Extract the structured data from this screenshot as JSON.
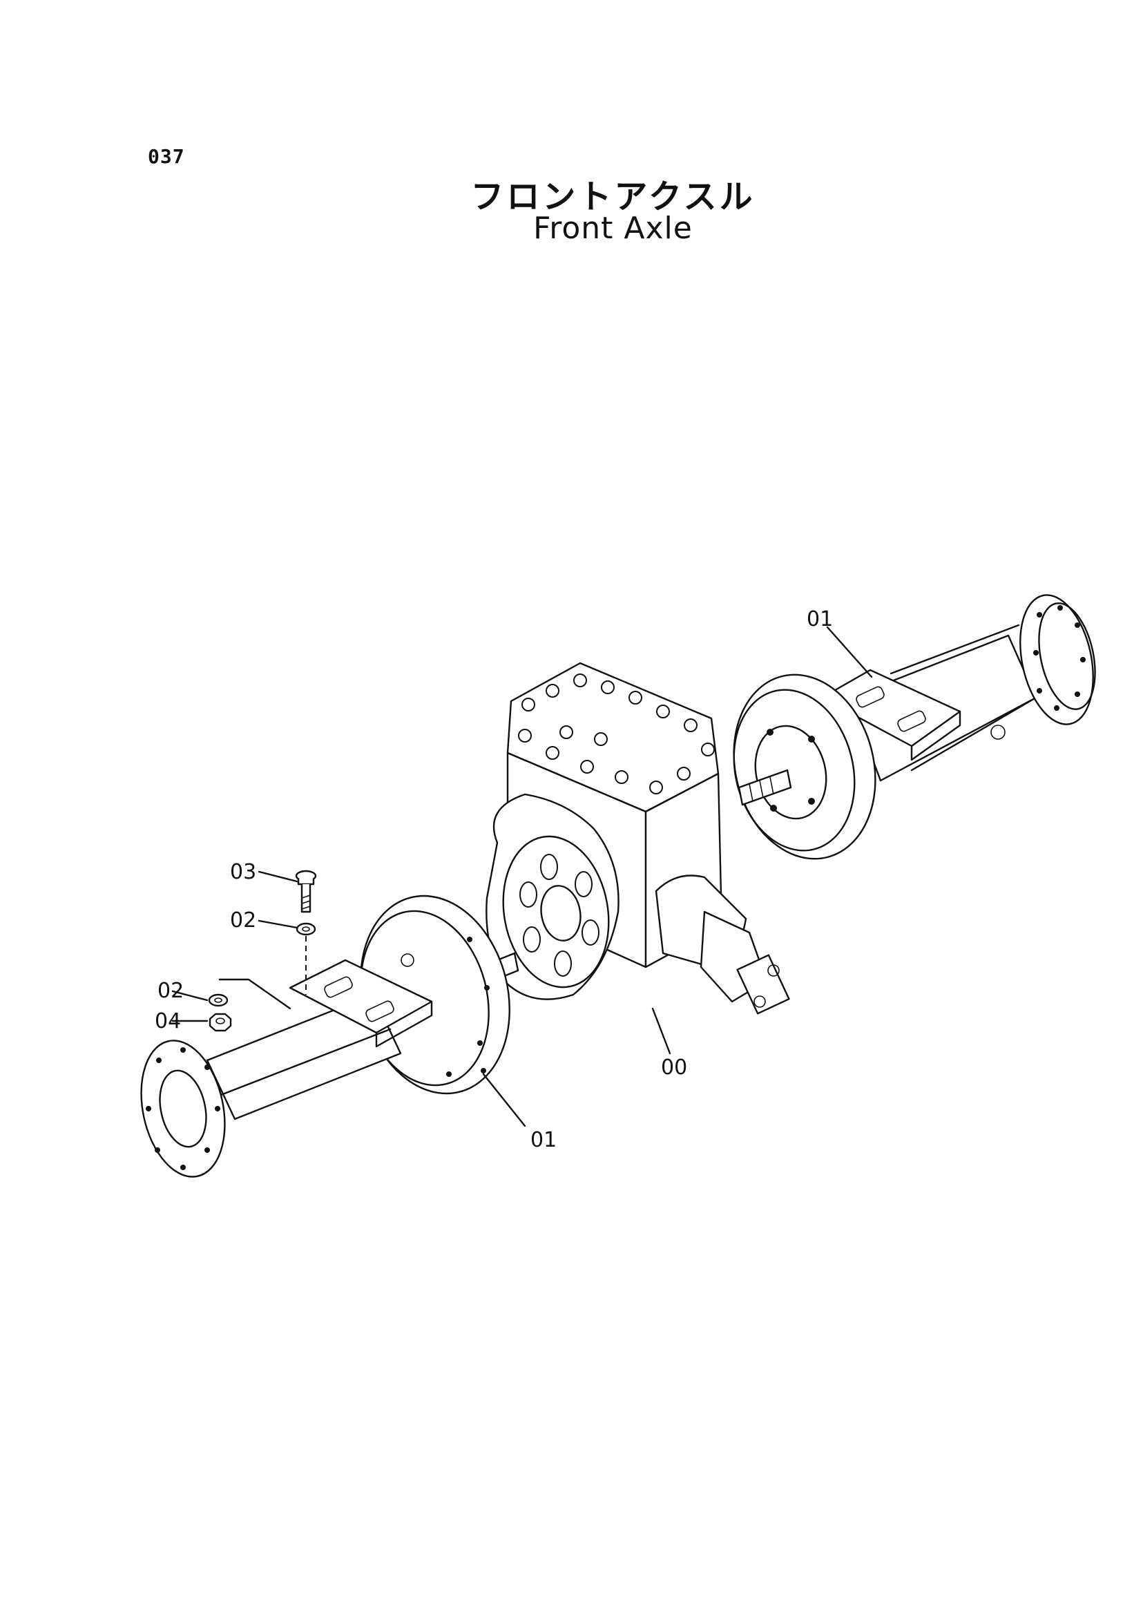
{
  "header": {
    "page_number": "037",
    "title_jp": "フロントアクスル",
    "title_en": "Front Axle"
  },
  "callouts": {
    "center_housing": "00",
    "right_axle_housing": "01",
    "left_axle_housing": "01",
    "bolt": "03",
    "washer_upper": "02",
    "washer_lower": "02",
    "nut": "04"
  }
}
